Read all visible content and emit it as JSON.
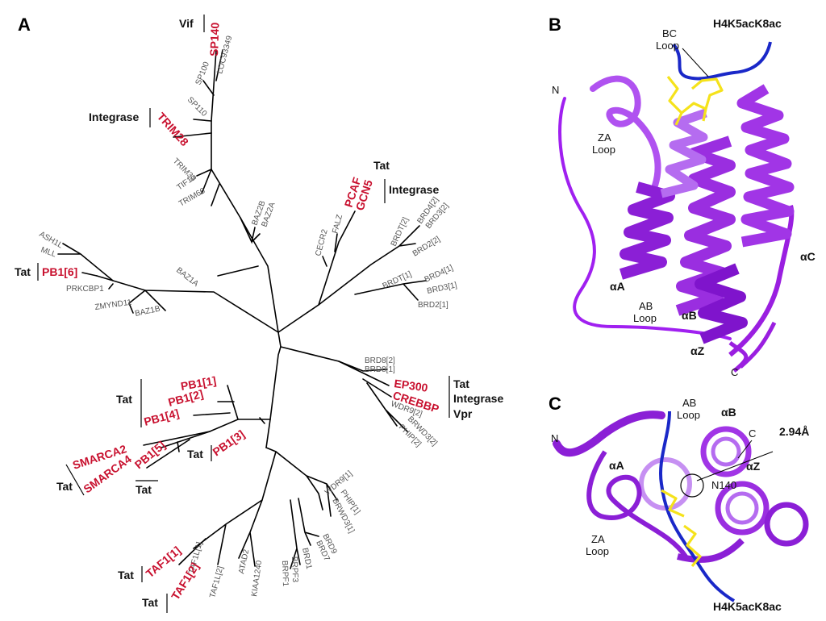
{
  "panels": {
    "a": "A",
    "b": "B",
    "c": "C"
  },
  "tree": {
    "genes": {
      "loc93349": "LOC93349",
      "sp100": "SP100",
      "sp110": "SP110",
      "trim33": "TRIM33",
      "tif1a": "TIF1α",
      "trim66": "TRIM66",
      "baz2b": "BAZ2B",
      "baz2a": "BAZ2A",
      "baz1a": "BAZ1A",
      "ash1l": "ASH1L",
      "mll": "MLL",
      "prkcbp1": "PRKCBP1",
      "zmynd11": "ZMYND11",
      "baz1b": "BAZ1B",
      "cecr2": "CECR2",
      "falz": "FALZ",
      "brd4_2": "BRD4[2]",
      "brd3_2": "BRD3[2]",
      "brdt_2": "BRDT[2]",
      "brd2_2": "BRD2[2]",
      "brdt_1": "BRDT[1]",
      "brd4_1": "BRD4[1]",
      "brd3_1": "BRD3[1]",
      "brd2_1": "BRD2[1]",
      "brd8_2": "BRD8[2]",
      "brd8_1": "BRD8[1]",
      "wdr9_2": "WDR9[2]",
      "brwd3_2": "BRWD3[2]",
      "phip_2": "PHIP[2]",
      "wdr9_1": "WDR9[1]",
      "phip_1": "PHIP[1]",
      "brwd3_1": "BRWD3[1]",
      "brd9": "BRD9",
      "brd7": "BRD7",
      "brd1": "BRD1",
      "brpf3": "BRPF3",
      "brpf1": "BRPF1",
      "atad2": "ATAD2",
      "kiaa1240": "KIAA1240",
      "taf1l_1": "TAF1L[1]",
      "taf1l_2": "TAF1L[2]"
    },
    "highlighted": {
      "sp140": "SP140",
      "trim28": "TRIM28",
      "pcaf": "PCAF",
      "gcn5": "GCN5",
      "pb1_6": "PB1[6]",
      "ep300": "EP300",
      "crebbp": "CREBBP",
      "pb1_1": "PB1[1]",
      "pb1_2": "PB1[2]",
      "pb1_4": "PB1[4]",
      "pb1_5": "PB1[5]",
      "pb1_3": "PB1[3]",
      "smarca2": "SMARCA2",
      "smarca4": "SMARCA4",
      "taf1_1": "TAF1[1]",
      "taf1_2": "TAF1[2]"
    },
    "viral": {
      "vif": "Vif",
      "integrase_trim28": "Integrase",
      "tat_pcaf": "Tat",
      "integrase_pcaf": "Integrase",
      "tat_pb1_6": "Tat",
      "tat_ep300": "Tat",
      "integrase_ep300": "Integrase",
      "vpr_ep300": "Vpr",
      "tat_pb1_group": "Tat",
      "tat_pb1_3": "Tat",
      "tat_smarca": "Tat",
      "tat_smarca4": "Tat",
      "tat_taf1_1": "Tat",
      "tat_taf1_2": "Tat"
    }
  },
  "structure_b": {
    "h4_label": "H4K5acK8ac",
    "bc_loop": "BC\nLoop",
    "n_term": "N",
    "za_loop": "ZA\nLoop",
    "alpha_c": "αC",
    "alpha_a": "αA",
    "ab_loop": "AB\nLoop",
    "alpha_b": "αB",
    "alpha_z": "αZ",
    "c_term": "C"
  },
  "structure_c": {
    "ab_loop": "AB\nLoop",
    "alpha_b": "αB",
    "distance": "2.94Å",
    "n_term": "N",
    "c_term": "C",
    "alpha_a": "αA",
    "alpha_z": "αZ",
    "n140": "N140",
    "za_loop": "ZA\nLoop",
    "h4_label": "H4K5acK8ac"
  },
  "colors": {
    "highlight": "#c8102e",
    "helix": "#8b1fd6",
    "helix_light": "#b56cf0",
    "peptide": "#1a28c8",
    "ligand": "#f5e21b"
  }
}
